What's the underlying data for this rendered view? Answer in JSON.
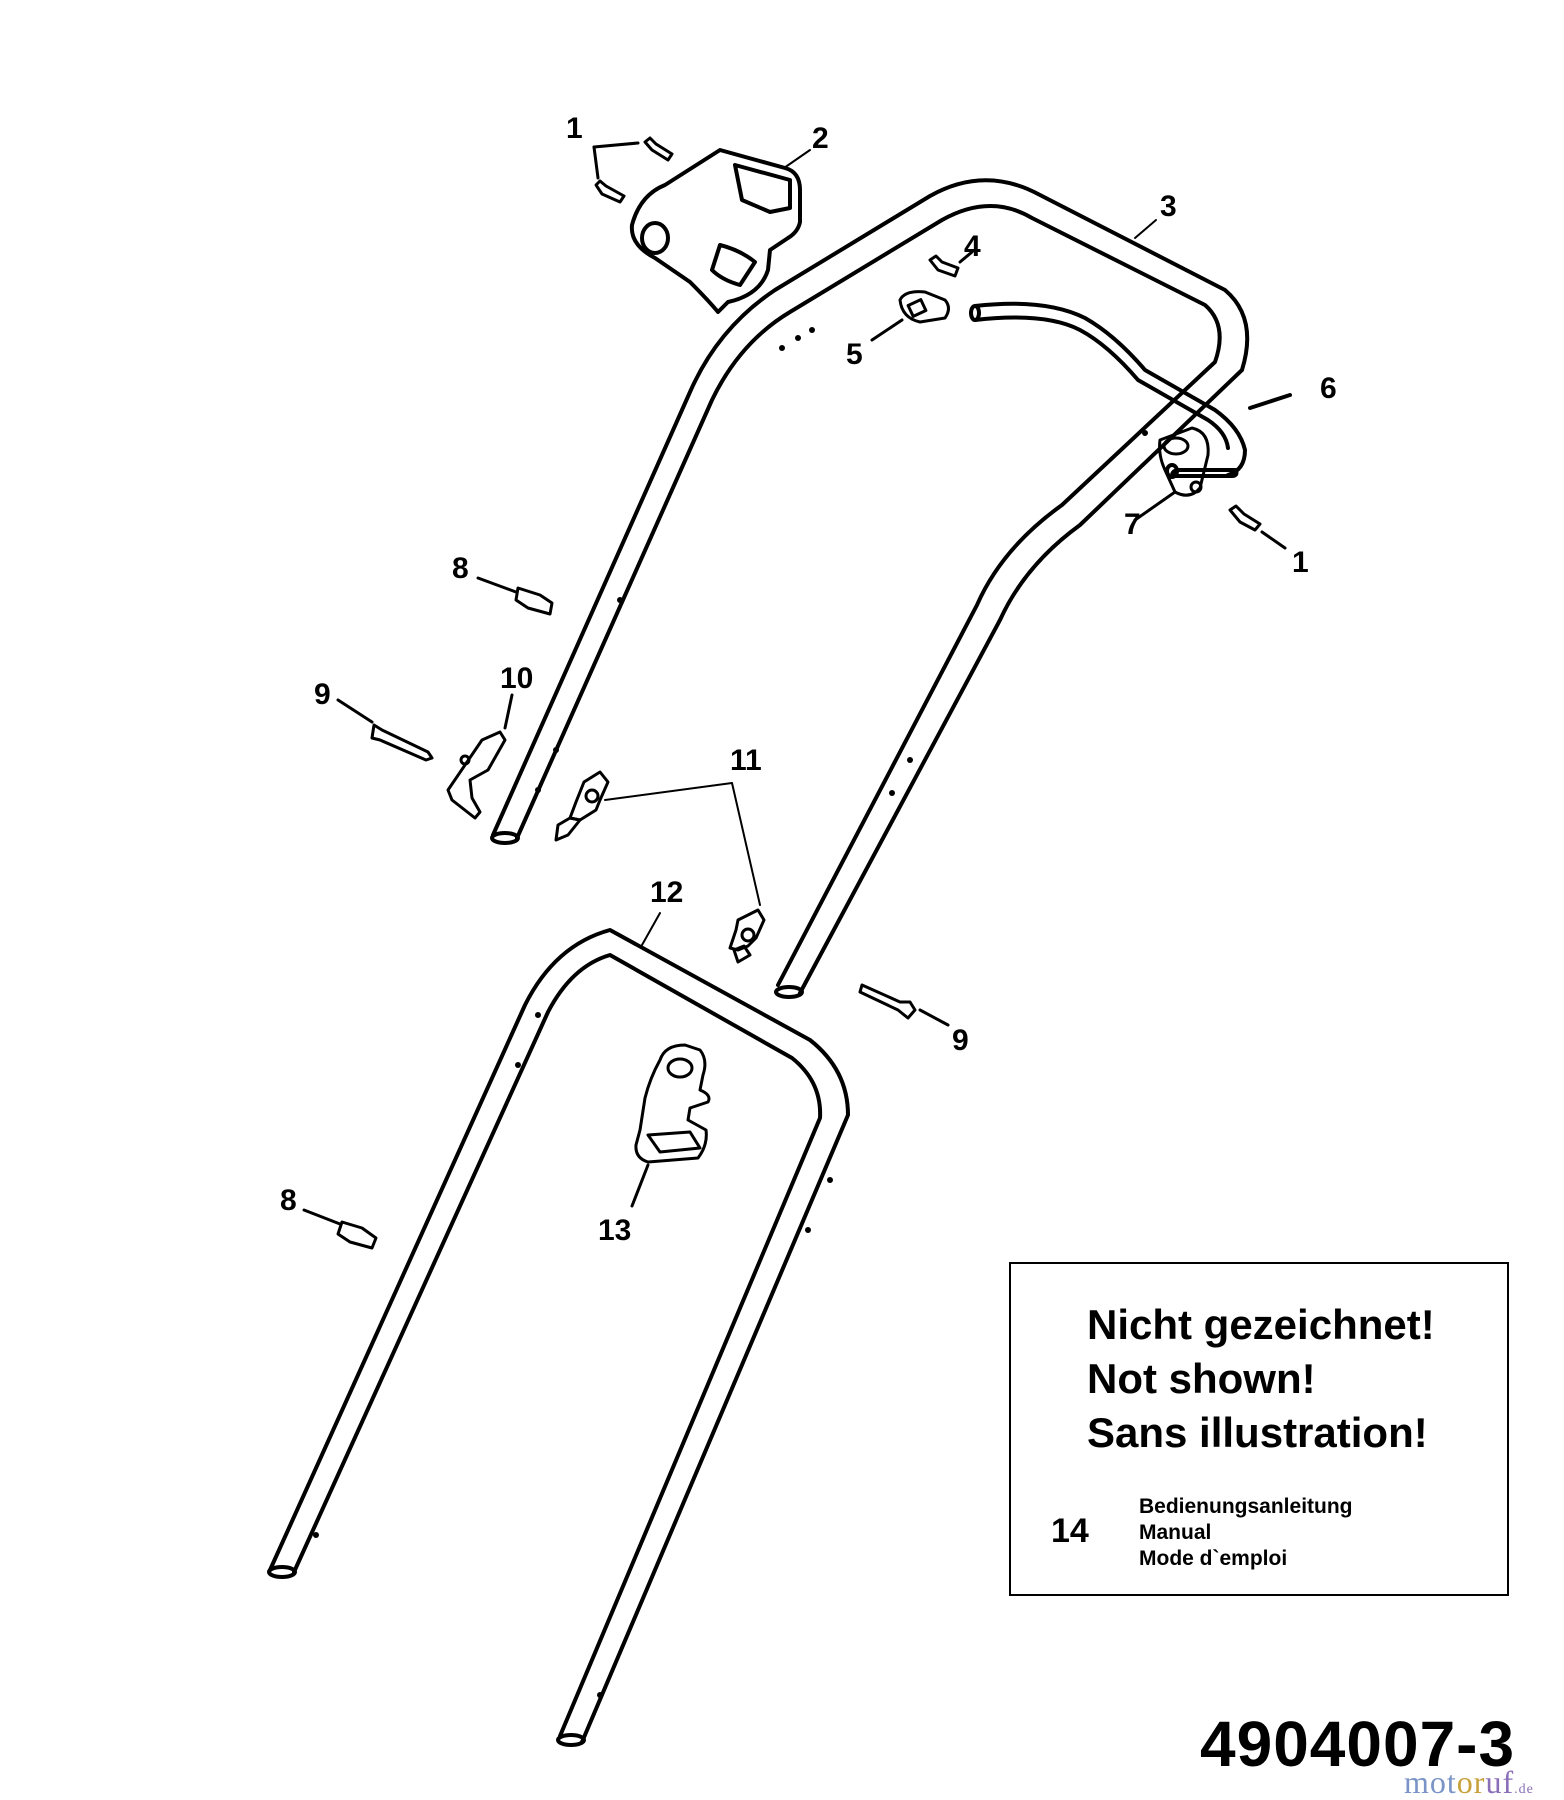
{
  "callouts": {
    "c1a": "1",
    "c2": "2",
    "c3": "3",
    "c4": "4",
    "c5": "5",
    "c6": "6",
    "c7": "7",
    "c1b": "1",
    "c8a": "8",
    "c9a": "9",
    "c10": "10",
    "c11": "11",
    "c12": "12",
    "c9b": "9",
    "c13": "13",
    "c8b": "8"
  },
  "not_shown": {
    "line1": "Nicht gezeichnet!",
    "line2": "Not shown!",
    "line3": "Sans illustration!",
    "item_number": "14",
    "desc_de": "Bedienungsanleitung",
    "desc_en": "Manual",
    "desc_fr": "Mode d`emploi"
  },
  "drawing_number": "4904007-3",
  "watermark": {
    "part1": "mot",
    "part2": "or",
    "part3": "uf",
    "tld": ".de"
  },
  "colors": {
    "line": "#000000",
    "background": "#ffffff"
  }
}
